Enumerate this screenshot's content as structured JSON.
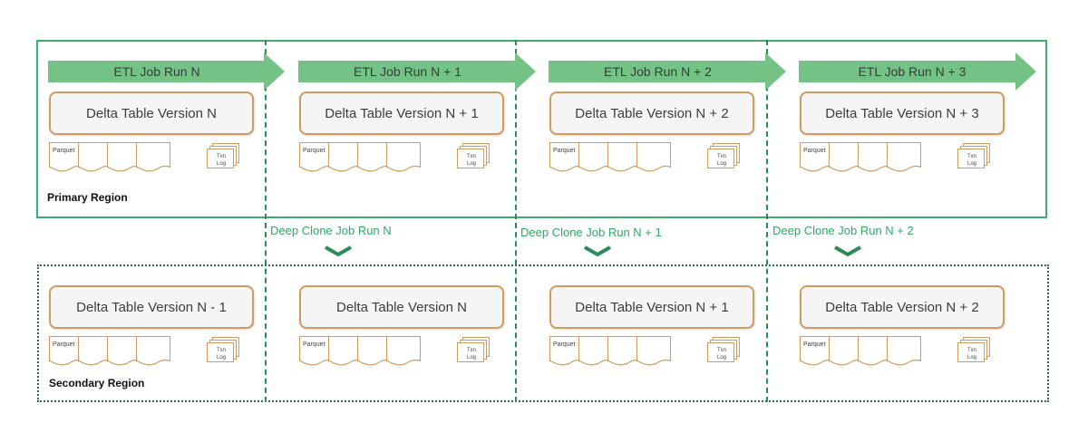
{
  "regions": {
    "primary_label": "Primary Region",
    "secondary_label": "Secondary Region"
  },
  "etl_runs": [
    {
      "label": "ETL Job Run N"
    },
    {
      "label": "ETL Job Run N + 1"
    },
    {
      "label": "ETL Job Run N + 2"
    },
    {
      "label": "ETL Job Run N + 3"
    }
  ],
  "primary_tables": [
    {
      "label": "Delta Table Version N"
    },
    {
      "label": "Delta Table Version N + 1"
    },
    {
      "label": "Delta Table Version N + 2"
    },
    {
      "label": "Delta Table Version N + 3"
    }
  ],
  "secondary_tables": [
    {
      "label": "Delta Table Version N - 1"
    },
    {
      "label": "Delta Table Version N"
    },
    {
      "label": "Delta Table Version N + 1"
    },
    {
      "label": "Delta Table Version N + 2"
    }
  ],
  "clone_runs": [
    {
      "label": "Deep Clone Job Run N"
    },
    {
      "label": "Deep Clone Job Run N + 1"
    },
    {
      "label": "Deep Clone Job Run N + 2"
    }
  ],
  "files": {
    "parquet_label": "Parquet",
    "txn_line1": "Txn",
    "txn_line2": "Log"
  },
  "colors": {
    "primary_border": "#3dae6e",
    "arrow_fill": "#74c286",
    "table_border": "#cf9b5f",
    "clone_text": "#2ea865",
    "divider": "#2a8a5a"
  }
}
